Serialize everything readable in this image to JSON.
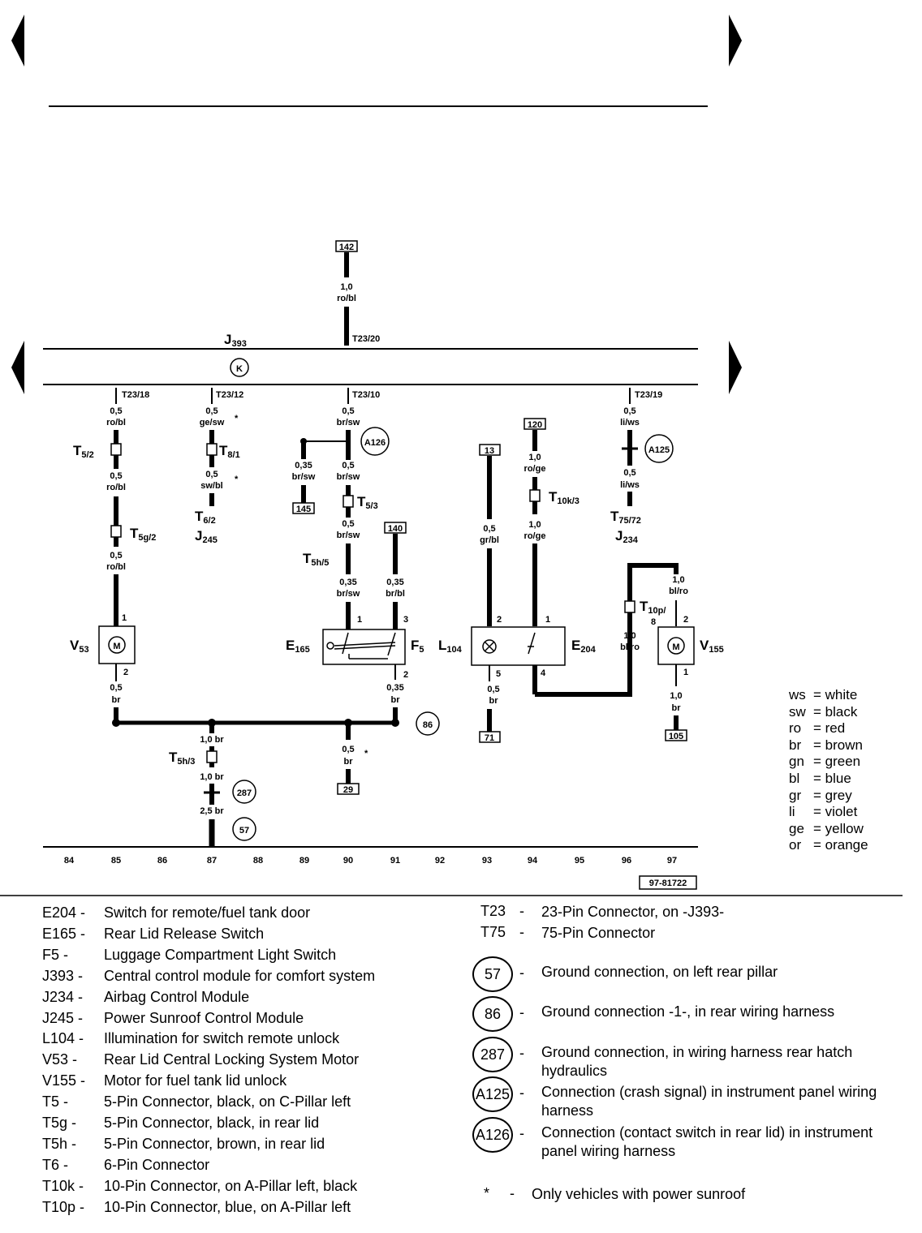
{
  "page_refs": {
    "top_box": "142",
    "doc_number": "97-81722"
  },
  "modules": {
    "j393": {
      "letter": "J",
      "sub": "393"
    },
    "k_symbol": "K",
    "j245": {
      "letter": "J",
      "sub": "245"
    },
    "j234": {
      "letter": "J",
      "sub": "234"
    }
  },
  "wires": {
    "top": {
      "size": "1,0",
      "color": "ro/bl",
      "pin": "T23/20"
    },
    "c85": {
      "pin": "T23/18",
      "w1s": "0,5",
      "w1c": "ro/bl",
      "w2s": "0,5",
      "w2c": "ro/bl",
      "w3s": "0,5",
      "w3c": "ro/bl",
      "w4s": "0,5",
      "w4c": "br"
    },
    "c87": {
      "pin": "T23/12",
      "w1s": "0,5",
      "w1c": "ge/sw",
      "w2s": "0,5",
      "w2c": "sw/bl",
      "star": "*"
    },
    "c90": {
      "pin": "T23/10",
      "w1s": "0,5",
      "w1c": "br/sw",
      "w2s": "0,5",
      "w2c": "br/sw",
      "w3s": "0,5",
      "w3c": "br/sw",
      "w4s": "0,35",
      "w4c": "br/sw",
      "branch_s": "0,35",
      "branch_c": "br/sw",
      "branch_ref": "145"
    },
    "c91": {
      "ref": "140",
      "w1s": "0,35",
      "w1c": "br/bl",
      "w2s": "0,35",
      "w2c": "br"
    },
    "c93": {
      "ref": "13",
      "w1s": "0,5",
      "w1c": "gr/bl",
      "w2s": "0,5",
      "w2c": "br",
      "ref_bottom": "71"
    },
    "c94": {
      "ref": "120",
      "w1s": "1,0",
      "w1c": "ro/ge",
      "w2s": "1,0",
      "w2c": "ro/ge"
    },
    "c96": {
      "pin": "T23/19",
      "w1s": "0,5",
      "w1c": "li/ws",
      "w2s": "0,5",
      "w2c": "li/ws"
    },
    "c97": {
      "w1s": "1,0",
      "w1c": "bl/ro",
      "w2s": "1,0",
      "w2c": "bl/ro",
      "w3s": "1,0",
      "w3c": "br",
      "ref_bottom": "105"
    },
    "ground": {
      "h1": "1,0 br",
      "h2": "1,0 br",
      "h3": "2,5 br",
      "mid_s": "0,5",
      "mid_c": "br",
      "mid_ref": "29",
      "star": "*"
    }
  },
  "connectors": {
    "t5_2": {
      "main": "T",
      "sub": "5/2"
    },
    "t8_1": {
      "main": "T",
      "sub": "8/1"
    },
    "t6_2": {
      "main": "T",
      "sub": "6/2"
    },
    "t5g_2": {
      "main": "T",
      "sub": "5g/2"
    },
    "t5_3": {
      "main": "T",
      "sub": "5/3"
    },
    "t5h_5": {
      "main": "T",
      "sub": "5h/5"
    },
    "t10k_3": {
      "main": "T",
      "sub": "10k/3"
    },
    "t75_72": {
      "main": "T",
      "sub": "75/72"
    },
    "t10p_8": {
      "main": "T",
      "sub": "10p/",
      "sub2": "8"
    },
    "t5h_3": {
      "main": "T",
      "sub": "5h/3"
    }
  },
  "components": {
    "v53": {
      "letter": "V",
      "sub": "53",
      "motor": "M",
      "pin_top": "1",
      "pin_bot": "2"
    },
    "e165": {
      "letter": "E",
      "sub": "165",
      "pin1": "1",
      "pin3": "3",
      "pin2": "2"
    },
    "f5": {
      "letter": "F",
      "sub": "5"
    },
    "l104": {
      "letter": "L",
      "sub": "104",
      "pin2": "2",
      "pin5": "5"
    },
    "e204": {
      "letter": "E",
      "sub": "204",
      "pin1": "1",
      "pin4": "4"
    },
    "v155": {
      "letter": "V",
      "sub": "155",
      "motor": "M",
      "pin2": "2",
      "pin1": "1"
    }
  },
  "circles": {
    "a126": "A126",
    "a125": "A125",
    "g86": "86",
    "g287": "287",
    "g57": "57"
  },
  "axis": [
    "84",
    "85",
    "86",
    "87",
    "88",
    "89",
    "90",
    "91",
    "92",
    "93",
    "94",
    "95",
    "96",
    "97"
  ],
  "color_legend": [
    {
      "code": "ws",
      "name": "= white"
    },
    {
      "code": "sw",
      "name": "= black"
    },
    {
      "code": "ro",
      "name": "= red"
    },
    {
      "code": "br",
      "name": "= brown"
    },
    {
      "code": "gn",
      "name": "= green"
    },
    {
      "code": "bl",
      "name": "= blue"
    },
    {
      "code": "gr",
      "name": "= grey"
    },
    {
      "code": "li",
      "name": "= violet"
    },
    {
      "code": "ge",
      "name": "= yellow"
    },
    {
      "code": "or",
      "name": "= orange"
    }
  ],
  "key_left": [
    {
      "code": "E204",
      "dash": "-",
      "desc": "Switch for remote/fuel tank door"
    },
    {
      "code": "E165",
      "dash": "-",
      "desc": "Rear Lid Release Switch"
    },
    {
      "code": "F5",
      "dash": "-",
      "desc": "Luggage Compartment Light Switch"
    },
    {
      "code": "J393",
      "dash": "-",
      "desc": "Central control module for comfort system"
    },
    {
      "code": "J234",
      "dash": "-",
      "desc": "Airbag Control Module"
    },
    {
      "code": "J245",
      "dash": "-",
      "desc": "Power Sunroof Control Module"
    },
    {
      "code": "L104",
      "dash": "-",
      "desc": "Illumination for switch remote unlock"
    },
    {
      "code": "V53",
      "dash": "-",
      "desc": "Rear Lid Central Locking System Motor"
    },
    {
      "code": "V155",
      "dash": "-",
      "desc": "Motor for fuel tank lid unlock"
    },
    {
      "code": "T5",
      "dash": "-",
      "desc": "5-Pin Connector, black, on C-Pillar left"
    },
    {
      "code": "T5g",
      "dash": "-",
      "desc": "5-Pin Connector, black, in rear lid"
    },
    {
      "code": "T5h",
      "dash": "-",
      "desc": "5-Pin Connector, brown, in rear lid"
    },
    {
      "code": "T6",
      "dash": "-",
      "desc": "6-Pin Connector"
    },
    {
      "code": "T10k",
      "dash": "-",
      "desc": "10-Pin Connector, on A-Pillar left, black"
    },
    {
      "code": "T10p",
      "dash": "-",
      "desc": "10-Pin Connector, blue, on A-Pillar left"
    }
  ],
  "key_right": {
    "t23": {
      "code": "T23",
      "dash": "-",
      "desc": "23-Pin Connector, on -J393-"
    },
    "t75": {
      "code": "T75",
      "dash": "-",
      "desc": "75-Pin Connector"
    },
    "g57": {
      "code": "57",
      "dash": "-",
      "desc": "Ground connection, on left rear pillar"
    },
    "g86": {
      "code": "86",
      "dash": "-",
      "desc": "Ground connection -1-, in rear wiring harness"
    },
    "g287": {
      "code": "287",
      "dash": "-",
      "desc": "Ground connection, in wiring harness rear hatch hydraulics"
    },
    "a125": {
      "code": "A125",
      "dash": "-",
      "desc": "Connection (crash signal) in instrument panel wiring harness"
    },
    "a126": {
      "code": "A126",
      "dash": "-",
      "desc": "Connection (contact switch in rear lid) in instrument panel wiring harness"
    },
    "star": {
      "code": "*",
      "dash": "-",
      "desc": "Only vehicles with power sunroof"
    }
  }
}
